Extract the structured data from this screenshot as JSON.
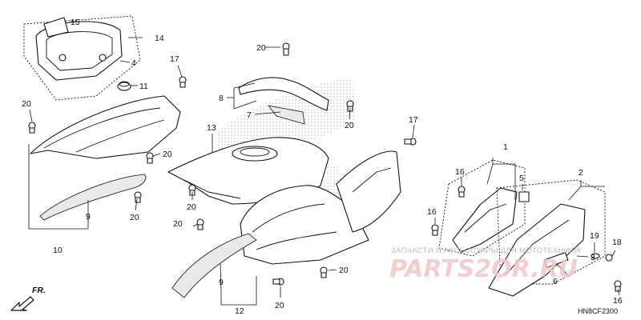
{
  "diagram": {
    "drawing_code": "HN8CF2300",
    "direction_label": "FR.",
    "callouts": {
      "c15": "15",
      "c14": "14",
      "c4": "4",
      "c11": "11",
      "c17a": "17",
      "c20a": "20",
      "c20b": "20",
      "c8": "8",
      "c7": "7",
      "c20c": "20",
      "c13": "13",
      "c20d": "20",
      "c17b": "17",
      "c9a": "9",
      "c10": "10",
      "c20e": "20",
      "c20f": "20",
      "c20g": "20",
      "c1": "1",
      "c2": "2",
      "c16a": "16",
      "c5": "5",
      "c16b": "16",
      "c19": "19",
      "c3": "3",
      "c18": "18",
      "c6": "6",
      "c16c": "16",
      "c20h": "20",
      "c9b": "9",
      "c12": "12",
      "c20i": "20"
    }
  },
  "watermark": {
    "subtitle": "ЗАПЧАСТИ И АКСЕССУАРЫ ДЛЯ МОТОТЕХНИКИ",
    "brand": "PARTS2OR.RU"
  }
}
